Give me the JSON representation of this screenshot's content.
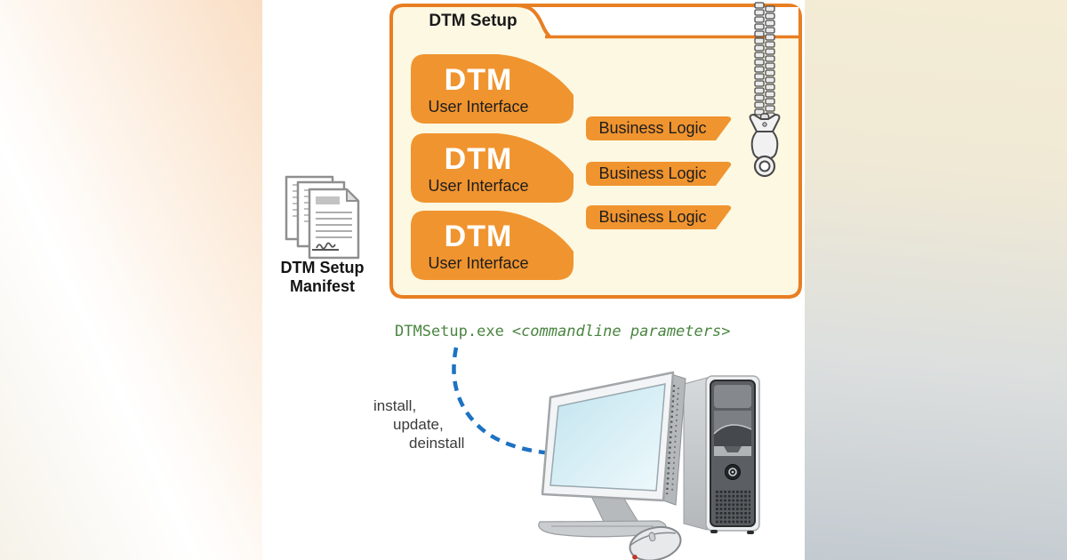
{
  "colors": {
    "accent_orange": "#F0942F",
    "folder_border": "#E87E22",
    "folder_fill": "#FCF8E2",
    "command_green": "#4A8540",
    "arrow_blue": "#1D72C2"
  },
  "folder": {
    "title": "DTM Setup"
  },
  "dtm_blocks": [
    {
      "title": "DTM",
      "subtitle": "User Interface"
    },
    {
      "title": "DTM",
      "subtitle": "User Interface"
    },
    {
      "title": "DTM",
      "subtitle": "User Interface"
    }
  ],
  "business_blocks": [
    {
      "label": "Business Logic"
    },
    {
      "label": "Business Logic"
    },
    {
      "label": "Business Logic"
    }
  ],
  "manifest": {
    "line1": "DTM Setup",
    "line2": "Manifest"
  },
  "command": {
    "executable": "DTMSetup.exe",
    "parameters": "<commandline parameters>"
  },
  "actions": [
    "install,",
    "update,",
    "deinstall"
  ]
}
